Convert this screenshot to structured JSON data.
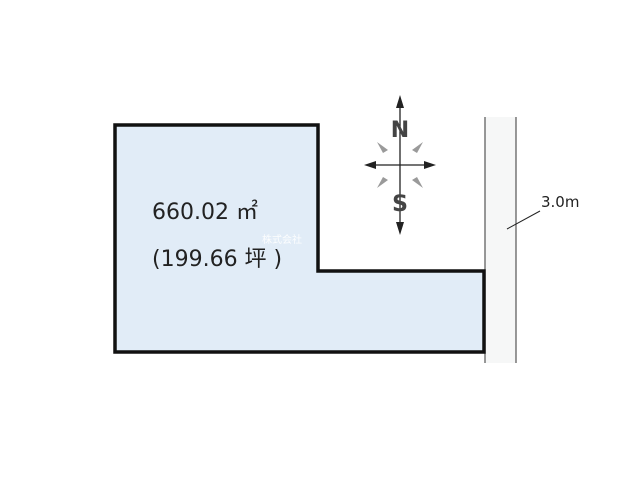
{
  "lot": {
    "area_sqm": "660.02 ㎡",
    "area_tsubo": "(199.66 坪 )",
    "fill_color": "#e1ecf7",
    "outline_color": "#111111"
  },
  "road": {
    "width_label": "3.0m",
    "fill_color": "#f6f7f7"
  },
  "compass": {
    "north_label": "N",
    "south_label": "S",
    "icon": "compass-rose-icon"
  },
  "watermark": {
    "text": "株式会社"
  }
}
